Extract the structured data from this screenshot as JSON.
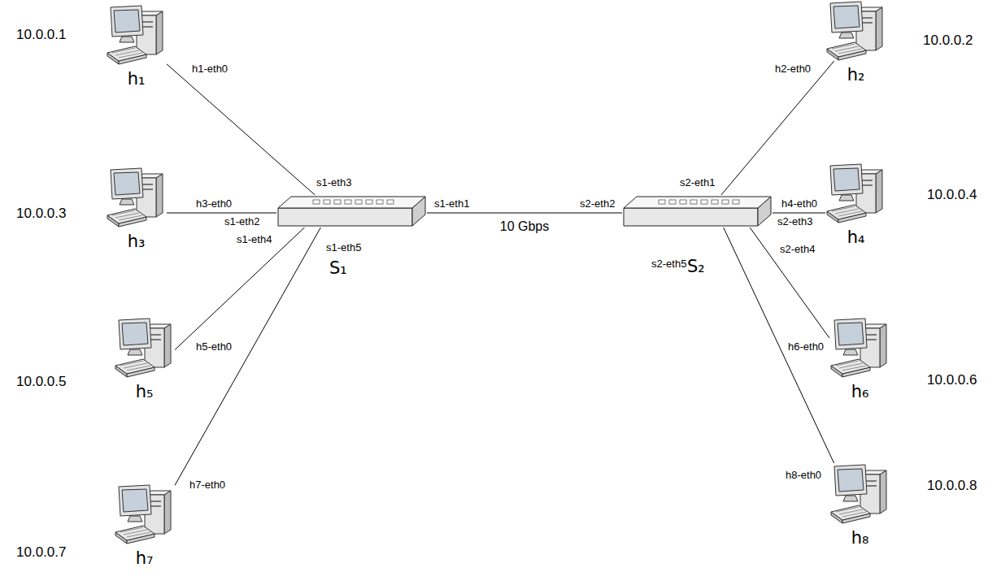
{
  "diagram": {
    "nodes": [
      {
        "text": [
          "10.0.0.1",
          "h₁"
        ]
      },
      {
        "text": [
          "10.0.0.2",
          "h₂"
        ]
      },
      {
        "text": [
          "10.0.0.3",
          "h₃"
        ]
      },
      {
        "text": [
          "10.0.0.4",
          "h₄"
        ]
      },
      {
        "text": [
          "10.0.0.5",
          "h₅"
        ]
      },
      {
        "text": [
          "10.0.0.6",
          "h₆"
        ]
      },
      {
        "text": [
          "10.0.0.7",
          "h₇"
        ]
      },
      {
        "text": [
          "10.0.0.8",
          "h₈"
        ]
      },
      {
        "text": [
          "S₁"
        ]
      },
      {
        "text": [
          "S₂"
        ]
      }
    ],
    "edges": [
      {
        "from": 0,
        "to": 8,
        "arrow": "none"
      },
      {
        "from": 1,
        "to": 9,
        "arrow": "none"
      },
      {
        "from": 2,
        "to": 8,
        "arrow": "none"
      },
      {
        "from": 3,
        "to": 9,
        "arrow": "none"
      },
      {
        "from": 4,
        "to": 8,
        "arrow": "none"
      },
      {
        "from": 5,
        "to": 9,
        "arrow": "none"
      },
      {
        "from": 6,
        "to": 8,
        "arrow": "none"
      },
      {
        "from": 7,
        "to": 9,
        "arrow": "none"
      },
      {
        "from": 8,
        "to": 9,
        "label": "10 Gbps",
        "arrow": "none"
      }
    ],
    "labels": [
      "h1-eth0",
      "s1-eth3",
      "h3-eth0",
      "s1-eth2",
      "h5-eth0",
      "s1-eth4",
      "h7-eth0",
      "s1-eth5",
      "s1-eth1",
      "s2-eth2",
      "h2-eth0",
      "s2-eth1",
      "h4-eth0",
      "s2-eth3",
      "h6-eth0",
      "s2-eth4",
      "h8-eth0",
      "s2-eth5"
    ]
  }
}
